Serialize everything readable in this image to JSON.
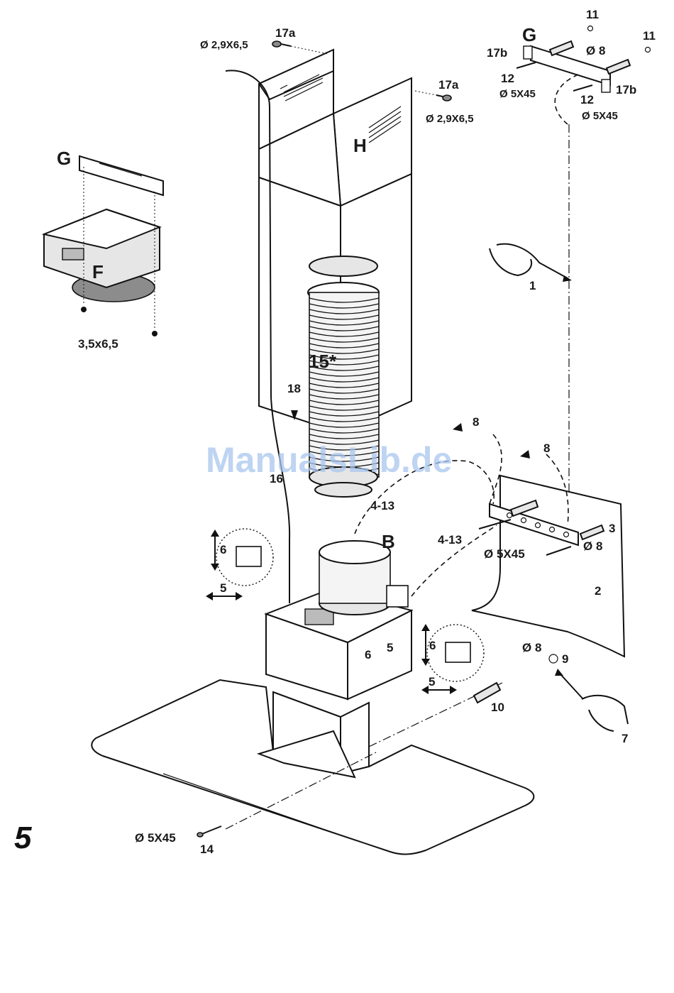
{
  "figure": {
    "page_number": "5",
    "watermark": "ManualsLib.de"
  },
  "labels": {
    "G_left": "G",
    "G_right": "G",
    "F": "F",
    "H": "H",
    "B": "B",
    "screw_left": "3,5x6,5",
    "n17a_top": "17a",
    "d_17a_top": "Ø 2,9X6,5",
    "n17a_right": "17a",
    "d_17a_right": "Ø 2,9X6,5",
    "n11_a": "11",
    "n11_b": "11",
    "n17b_left": "17b",
    "n17b_right": "17b",
    "d8_top": "Ø 8",
    "n12_a": "12",
    "n12_b": "12",
    "d5x45_a": "Ø 5X45",
    "d5x45_b": "Ø 5X45",
    "n1": "1",
    "n15": "15*",
    "n18": "18",
    "n16": "16",
    "n8_a": "8",
    "n8_b": "8",
    "n4_13_a": "4-13",
    "n4_13_b": "4-13",
    "n3": "3",
    "d8_mid": "Ø 8",
    "d5x45_mid": "Ø 5X45",
    "n2": "2",
    "n6_left": "6",
    "n5_left": "5",
    "n6_mid": "6",
    "n5_mid": "5",
    "n6_right": "6",
    "n5_right": "5",
    "d8_low": "Ø 8",
    "n9": "9",
    "n10": "10",
    "n7": "7",
    "d5x45_low": "Ø 5X45",
    "n14": "14"
  }
}
